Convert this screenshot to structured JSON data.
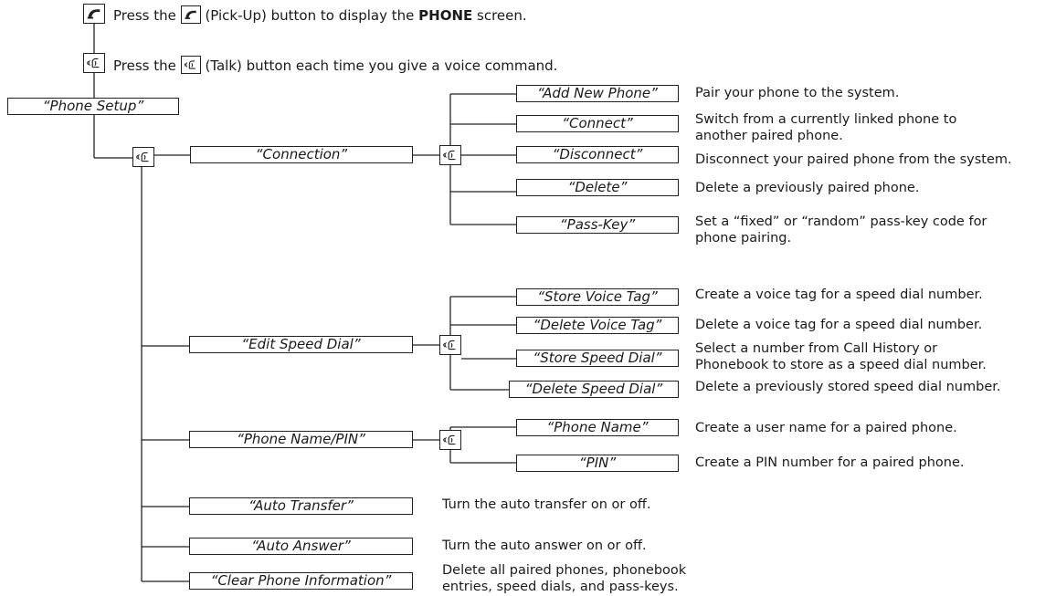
{
  "icons": {
    "pickup": "pick-up-phone-icon",
    "talk": "talk-voice-icon"
  },
  "instructions": {
    "pickup": {
      "pre": "Press the",
      "post": "(Pick-Up) button to display the",
      "bold": "PHONE",
      "tail": "screen."
    },
    "talk": {
      "pre": "Press the",
      "post": "(Talk) button each time you give a voice command."
    }
  },
  "tree": {
    "root": "“Phone Setup”",
    "connection": {
      "label": "“Connection”",
      "items": [
        {
          "label": "“Add New Phone”",
          "desc": [
            "Pair your phone to the system."
          ]
        },
        {
          "label": "“Connect”",
          "desc": [
            "Switch from a currently linked phone to",
            "another paired phone."
          ]
        },
        {
          "label": "“Disconnect”",
          "desc": [
            "Disconnect your paired phone from the system."
          ]
        },
        {
          "label": "“Delete”",
          "desc": [
            "Delete a previously paired phone."
          ]
        },
        {
          "label": "“Pass-Key”",
          "desc": [
            "Set a “fixed” or “random” pass-key code for",
            "phone pairing."
          ]
        }
      ]
    },
    "speed_dial": {
      "label": "“Edit Speed Dial”",
      "items": [
        {
          "label": "“Store Voice Tag”",
          "desc": [
            "Create a voice tag for a speed dial number."
          ]
        },
        {
          "label": "“Delete Voice Tag”",
          "desc": [
            "Delete a voice tag for a speed dial number."
          ]
        },
        {
          "label": "“Store Speed Dial”",
          "desc": [
            "Select a number from Call History or",
            "Phonebook to store as a speed dial number."
          ]
        },
        {
          "label": "“Delete Speed Dial”",
          "desc": [
            "Delete a previously stored speed dial number."
          ]
        }
      ]
    },
    "name_pin": {
      "label": "“Phone Name/PIN”",
      "items": [
        {
          "label": "“Phone Name”",
          "desc": [
            "Create a user name for a paired phone."
          ]
        },
        {
          "label": "“PIN”",
          "desc": [
            "Create a PIN number for a paired phone."
          ]
        }
      ]
    },
    "auto_transfer": {
      "label": "“Auto Transfer”",
      "desc": [
        "Turn the auto transfer on or off."
      ]
    },
    "auto_answer": {
      "label": "“Auto Answer”",
      "desc": [
        "Turn the auto answer on or off."
      ]
    },
    "clear_info": {
      "label": "“Clear Phone Information”",
      "desc": [
        "Delete all paired phones, phonebook",
        "entries, speed dials, and pass-keys."
      ]
    }
  }
}
